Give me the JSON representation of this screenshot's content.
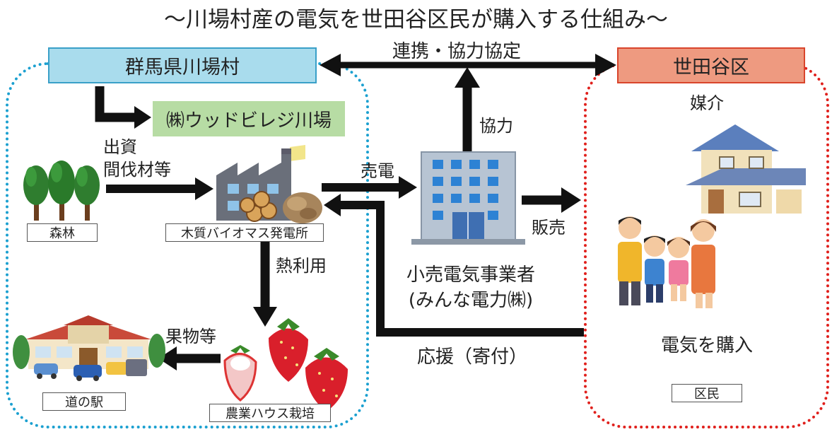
{
  "title": "〜川場村産の電気を世田谷区民が購入する仕組み〜",
  "nodes": {
    "kawaba_village": "群馬県川場村",
    "setagaya_ward": "世田谷区",
    "wood_village": "㈱ウッドビレジ川場",
    "forest": "森林",
    "power_plant": "木質バイオマス発電所",
    "farm_house": "農業ハウス栽培",
    "roadside_station": "道の駅",
    "retailer_line1": "小売電気事業者",
    "retailer_line2": "(みんな電力㈱)",
    "residents": "区民"
  },
  "edges": {
    "partnership": "連携・協力協定",
    "investment": "出資",
    "thinned_wood": "間伐材等",
    "sell_power": "売電",
    "cooperation": "協力",
    "sales": "販売",
    "heat_use": "熱利用",
    "fruits": "果物等",
    "support": "応援（寄付）",
    "mediation": "媒介",
    "buy_electricity": "電気を購入"
  },
  "colors": {
    "kawaba_fill": "#a9dced",
    "kawaba_border": "#3aa0c8",
    "setagaya_fill": "#ee9a80",
    "setagaya_border": "#d9452c",
    "wood_village_fill": "#b7dca4",
    "arrow": "#111111"
  }
}
